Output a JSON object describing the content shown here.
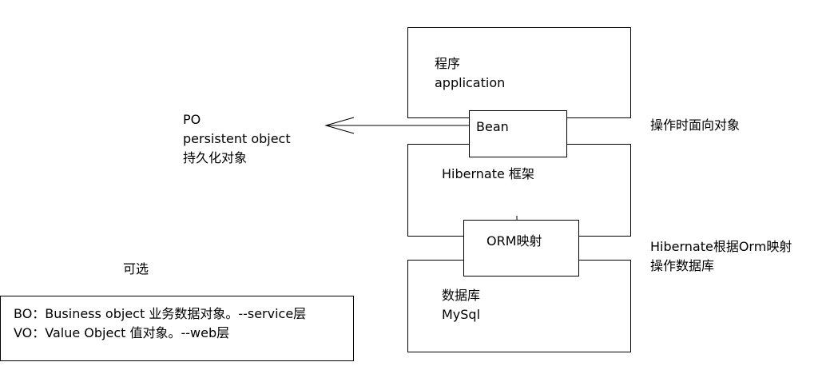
{
  "application_box": {
    "line1": "程序",
    "line2": "application"
  },
  "bean_box": {
    "label": "Bean"
  },
  "hibernate_box": {
    "label": "Hibernate 框架"
  },
  "orm_box": {
    "label": "ORM映射"
  },
  "database_box": {
    "line1": "数据库",
    "line2": "MySql"
  },
  "po_note": {
    "line1": "PO",
    "line2": "persistent object",
    "line3": "持久化对象"
  },
  "oo_note": {
    "label": "操作时面向对象"
  },
  "hibernate_note": {
    "line1": "Hibernate根据Orm映射",
    "line2": "操作数据库"
  },
  "optional_label": {
    "label": "可选"
  },
  "legend_box": {
    "line1": "BO：Business object 业务数据对象。--service层",
    "line2": "VO：Value Object 值对象。--web层"
  }
}
